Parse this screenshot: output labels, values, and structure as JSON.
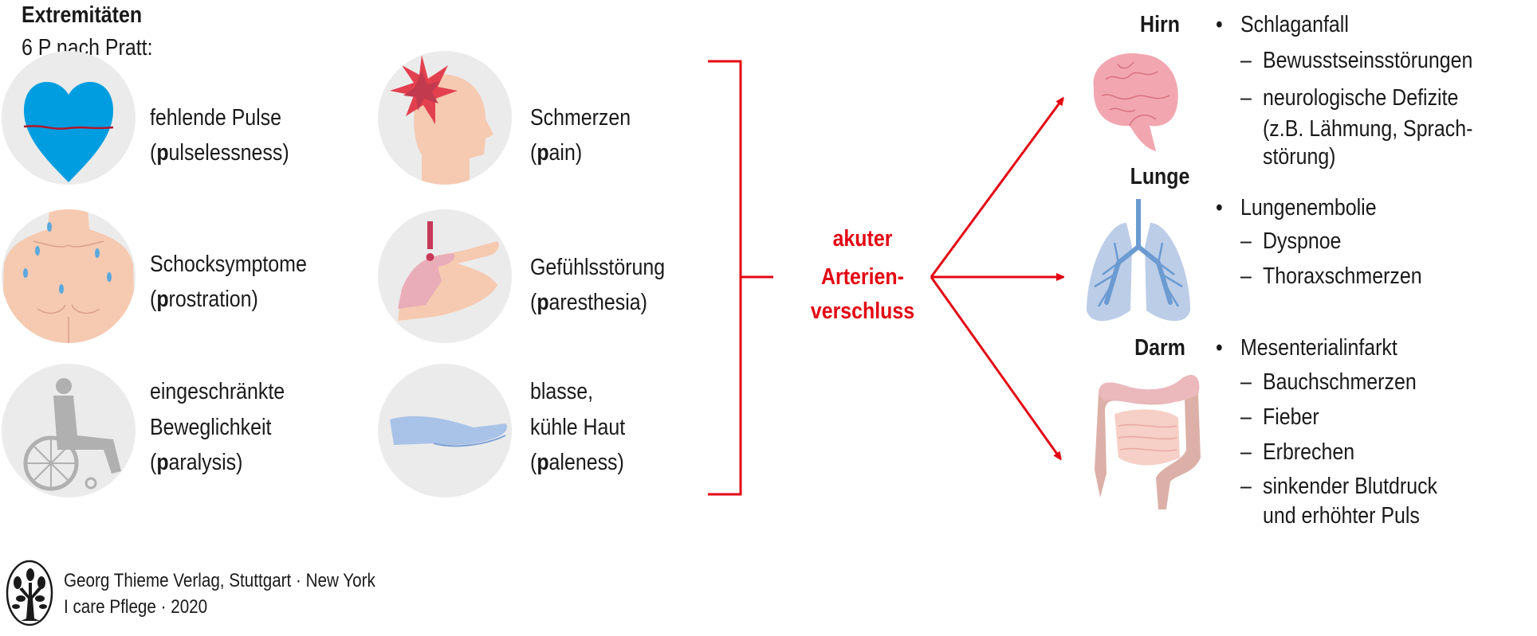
{
  "heading": {
    "title": "Extremitäten",
    "subtitle": "6 P nach Pratt:"
  },
  "six_p": [
    {
      "icon": "heart-pulse-icon",
      "lines": [
        "fehlende Pulse"
      ],
      "term_open": "(",
      "term_bold": "p",
      "term_rest": "ulselessness)"
    },
    {
      "icon": "sweating-torso-icon",
      "lines": [
        "Schocksymptome"
      ],
      "term_open": "(",
      "term_bold": "p",
      "term_rest": "rostration)"
    },
    {
      "icon": "wheelchair-icon",
      "lines": [
        "eingeschränkte",
        "Beweglichkeit"
      ],
      "term_open": "(",
      "term_bold": "p",
      "term_rest": "aralysis)"
    },
    {
      "icon": "head-pain-icon",
      "lines": [
        "Schmerzen"
      ],
      "term_open": "(",
      "term_bold": "p",
      "term_rest": "ain)"
    },
    {
      "icon": "hand-numbness-icon",
      "lines": [
        "Gefühlsstörung"
      ],
      "term_open": "(",
      "term_bold": "p",
      "term_rest": "aresthesia)"
    },
    {
      "icon": "pale-hand-icon",
      "lines": [
        "blasse,",
        "kühle Haut"
      ],
      "term_open": "(",
      "term_bold": "p",
      "term_rest": "aleness)"
    }
  ],
  "center": {
    "lines": [
      "akuter",
      "Arterien-",
      "verschluss"
    ],
    "color": "#e30613"
  },
  "organs": [
    {
      "name": "Hirn",
      "icon": "brain-icon",
      "bullet": "Schlaganfall",
      "subs": [
        [
          "Bewusstseinsstörungen"
        ],
        [
          "neurologische Defizite",
          "(z.B. Lähmung, Sprach-",
          "störung)"
        ]
      ]
    },
    {
      "name": "Lunge",
      "icon": "lungs-icon",
      "bullet": "Lungenembolie",
      "subs": [
        [
          "Dyspnoe"
        ],
        [
          "Thoraxschmerzen"
        ]
      ]
    },
    {
      "name": "Darm",
      "icon": "intestine-icon",
      "bullet": "Mesenterialinfarkt",
      "subs": [
        [
          "Bauchschmerzen"
        ],
        [
          "Fieber"
        ],
        [
          "Erbrechen"
        ],
        [
          "sinkender Blutdruck",
          "und erhöhter Puls"
        ]
      ]
    }
  ],
  "bullet_char": "•",
  "dash_char": "–",
  "footer": {
    "line1": "Georg Thieme Verlag, Stuttgart · New York",
    "line2": "I care Pflege · 2020",
    "logo": "thieme-tree-logo"
  }
}
